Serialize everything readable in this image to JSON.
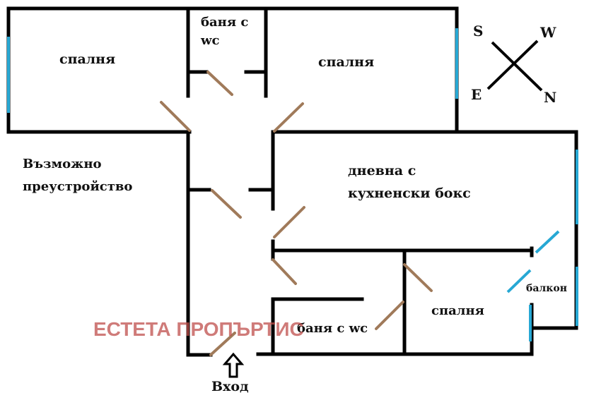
{
  "colors": {
    "wall": "#000000",
    "window": "#27a8d4",
    "door": "#a07a5a",
    "watermark": "#c0504d"
  },
  "rooms": {
    "bedroom_top_left": "спалня",
    "bathroom_top_line1": "баня с",
    "bathroom_top_line2": "wc",
    "bedroom_top_right": "спалня",
    "living_line1": "дневна с",
    "living_line2": "кухненски бокс",
    "bathroom_bottom": "баня с wc",
    "bedroom_bottom": "спалня",
    "balcony": "балкон"
  },
  "notes": {
    "remodel_line1": "Възможно",
    "remodel_line2": "преустройство"
  },
  "entrance": {
    "label": "Вход",
    "icon": "arrow-up-outline-icon"
  },
  "compass": {
    "s": "S",
    "w": "W",
    "e": "E",
    "n": "N"
  },
  "watermark": "ЕСТЕТА ПРОПЪРТИС"
}
